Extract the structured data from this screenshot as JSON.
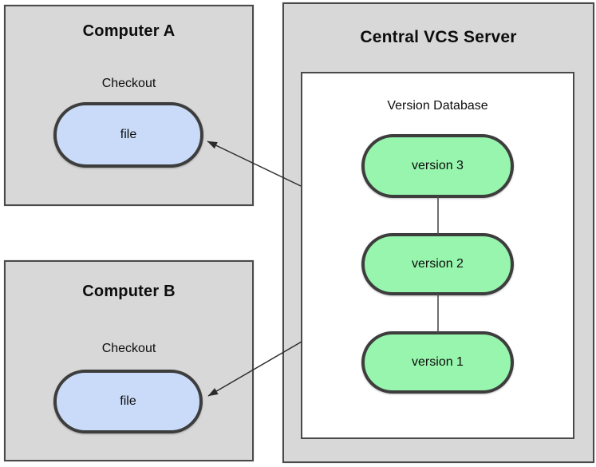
{
  "diagram": {
    "computer_a": {
      "title": "Computer A",
      "checkout_label": "Checkout",
      "file_label": "file"
    },
    "computer_b": {
      "title": "Computer B",
      "checkout_label": "Checkout",
      "file_label": "file"
    },
    "server": {
      "title": "Central VCS Server",
      "version_database": {
        "title": "Version Database",
        "versions": [
          "version 3",
          "version 2",
          "version 1"
        ]
      }
    },
    "colors": {
      "computer_box_fill": "#d8d8d8",
      "box_border": "#4a4a4a",
      "file_node_fill": "#c9dbf8",
      "version_node_fill": "#97f5ad",
      "node_border": "#3d3d3d",
      "arrow_color": "#2b2b2b",
      "canvas_background": "#ffffff"
    }
  }
}
